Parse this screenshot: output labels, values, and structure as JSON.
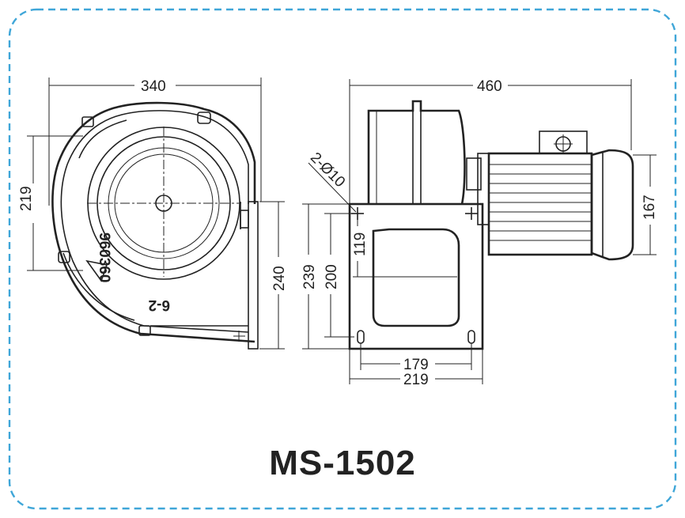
{
  "model": "MS-1502",
  "border_color": "#3fa6d8",
  "left_view": {
    "width_dim": "340",
    "height_dim": "219",
    "depth_dim": "240",
    "label_small": "6-2",
    "label_vertical": "960360"
  },
  "right_view": {
    "length_dim": "460",
    "motor_dim": "167",
    "hole_callout": "2-Ø10",
    "offset_dim": "119",
    "base_height_dim": "239",
    "hole_spacing_v_dim": "200",
    "hole_spacing_h_dim": "179",
    "base_width_dim": "219"
  }
}
